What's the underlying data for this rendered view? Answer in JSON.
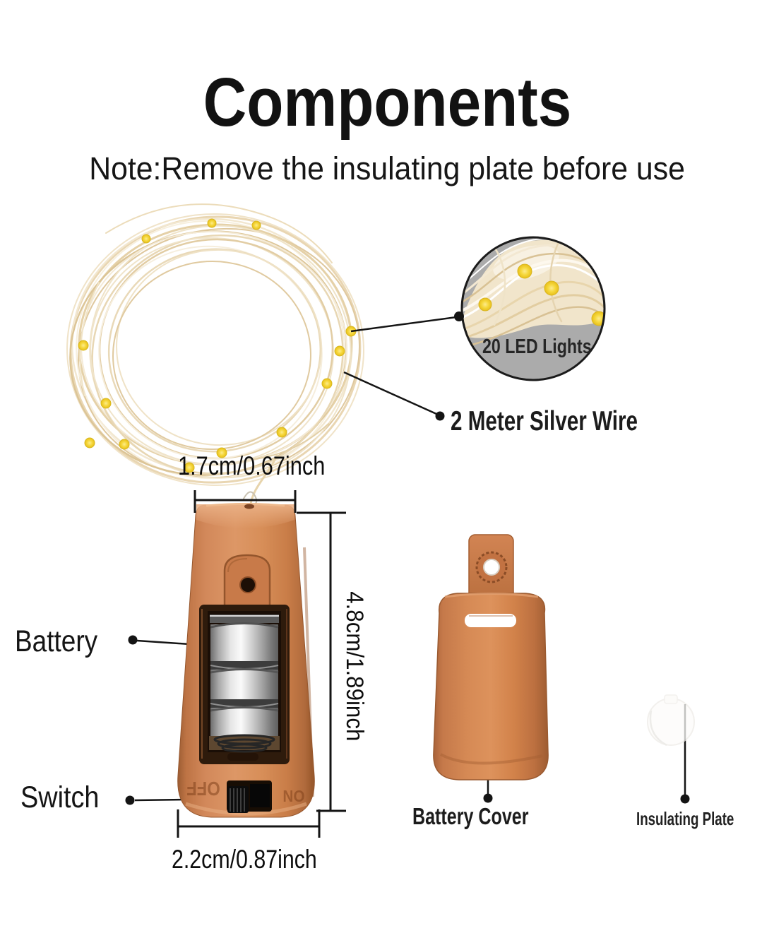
{
  "header": {
    "title": "Components",
    "note": "Note:Remove the insulating plate before use"
  },
  "callouts": {
    "led_count": "20 LED Lights",
    "silver_wire": "2 Meter Silver Wire",
    "battery": "Battery",
    "switch": "Switch",
    "battery_cover": "Battery Cover",
    "insulating_plate": "Insulating Plate"
  },
  "dimensions": {
    "cork_top_width": "1.7cm/0.67inch",
    "cork_height": "4.8cm/1.89inch",
    "cork_bottom_width": "2.2cm/0.87inch"
  },
  "switch_markings": {
    "on": "ON",
    "off": "OFF"
  },
  "colors": {
    "cork_orange": "#d0854f",
    "led_yellow": "#f2cf2c",
    "magnifier_gray": "#ababab",
    "wire_cream": "#efe1c4",
    "line_black": "#141414"
  }
}
